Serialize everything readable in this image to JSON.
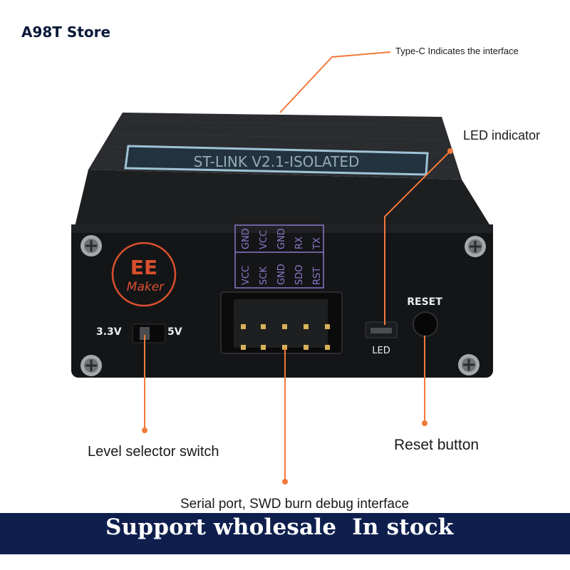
{
  "store_name": "A98T Store",
  "callouts": {
    "typec": "Type-C Indicates the interface",
    "led_indicator": "LED indicator",
    "level_switch": "Level selector switch",
    "reset_button": "Reset button",
    "serial_port": "Serial port, SWD burn debug interface"
  },
  "device": {
    "top_label": "ST-LINK V2.1-ISOLATED",
    "logo_top": "EE",
    "logo_bottom": "Maker",
    "voltage_left": "3.3V",
    "voltage_right": "5V",
    "pin_columns": [
      [
        "VCC",
        "GND"
      ],
      [
        "SCK",
        "VCC"
      ],
      [
        "GND",
        "GND"
      ],
      [
        "SDO",
        "RX"
      ],
      [
        "RST",
        "TX"
      ]
    ],
    "reset_label": "RESET",
    "led_label": "LED"
  },
  "banner": {
    "text": "Support wholesale  In stock"
  },
  "colors": {
    "banner": "#0f1f4d",
    "callout_line": "#f07a3a",
    "pin_text": "#8a78c8",
    "device_body": "#151618"
  }
}
